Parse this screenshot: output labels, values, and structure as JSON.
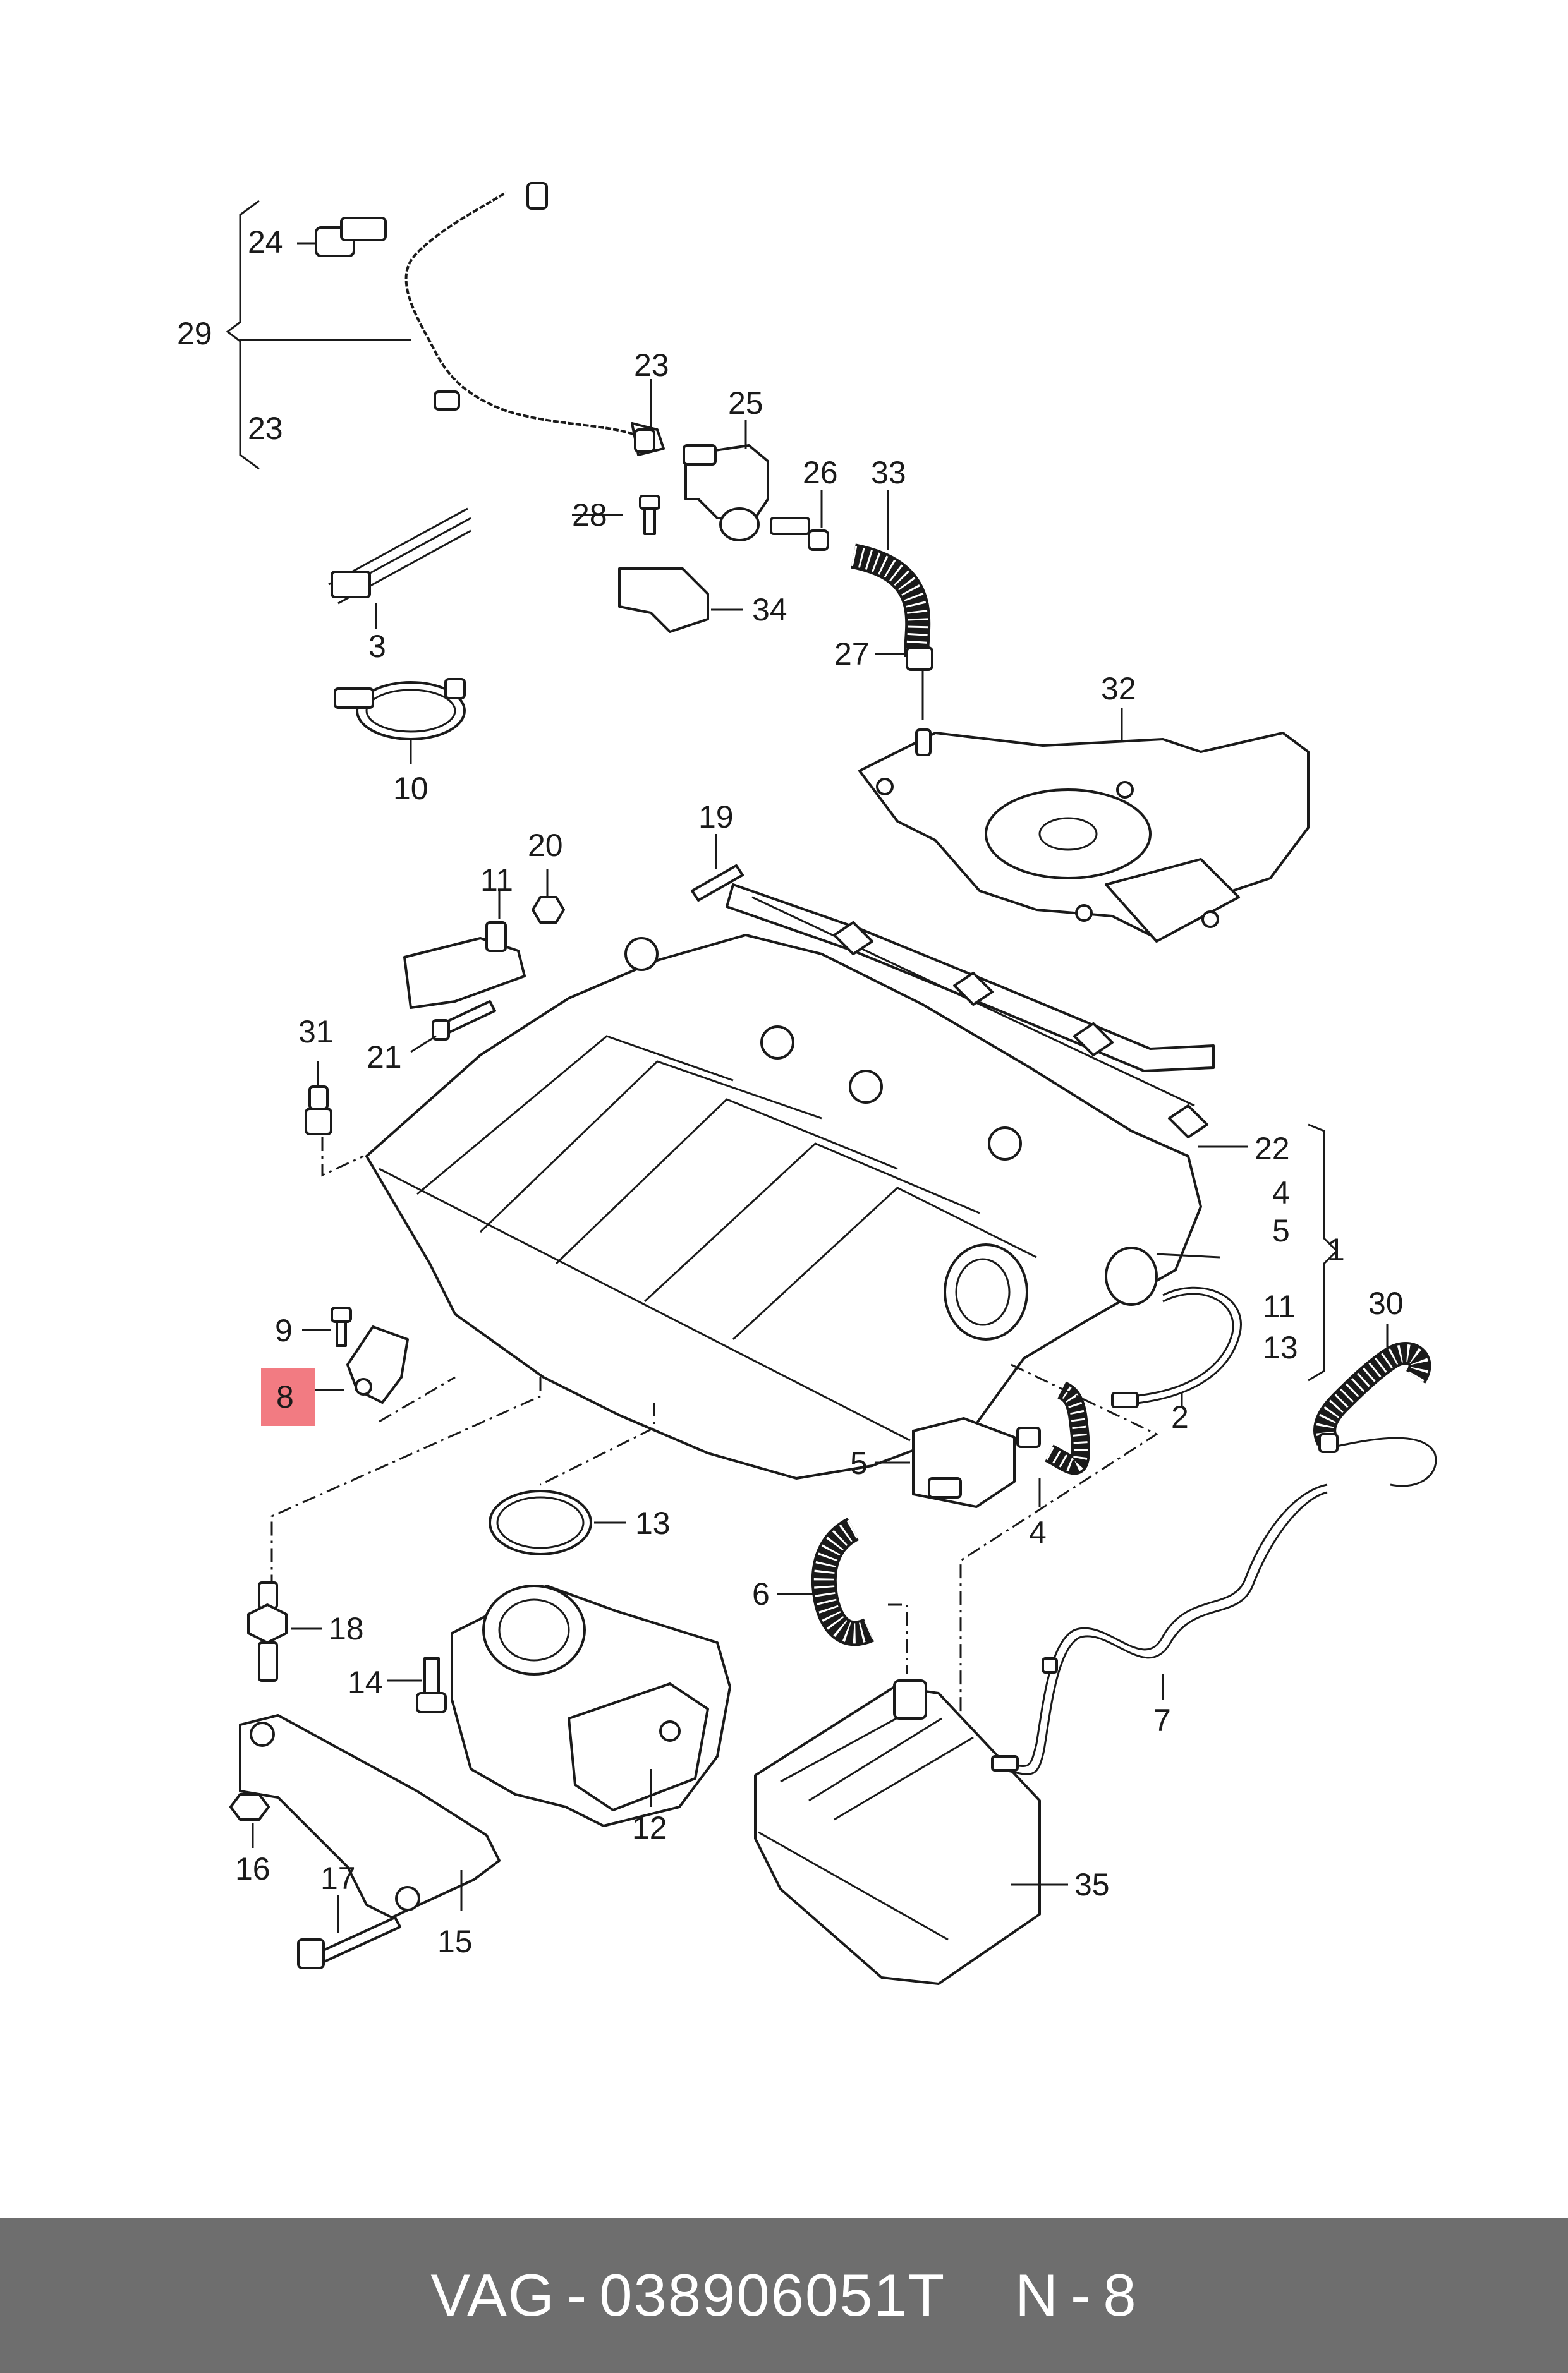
{
  "callouts": {
    "c1": "1",
    "c2": "2",
    "c3": "3",
    "c4a": "4",
    "c4b": "4",
    "c5a": "5",
    "c5b": "5",
    "c6": "6",
    "c7": "7",
    "c8": "8",
    "c9": "9",
    "c10": "10",
    "c11a": "11",
    "c11b": "11",
    "c12": "12",
    "c13a": "13",
    "c13b": "13",
    "c14": "14",
    "c15": "15",
    "c16": "16",
    "c17": "17",
    "c18": "18",
    "c19": "19",
    "c20": "20",
    "c21": "21",
    "c22": "22",
    "c23a": "23",
    "c23b": "23",
    "c24": "24",
    "c25": "25",
    "c26": "26",
    "c27": "27",
    "c28": "28",
    "c29": "29",
    "c30": "30",
    "c31": "31",
    "c32": "32",
    "c33": "33",
    "c34": "34",
    "c35": "35"
  },
  "highlight": {
    "color": "#f27b82"
  },
  "footer": {
    "brand": "VAG",
    "sep1": "-",
    "part_number": "038906051T",
    "position_prefix": "N",
    "sep2": "-",
    "position_number": "8",
    "background": "#6e6e6e",
    "text_color": "#ffffff"
  }
}
